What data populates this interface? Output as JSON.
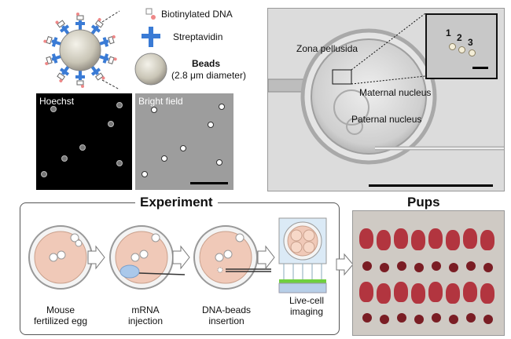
{
  "legend": {
    "dna_label": "Biotinylated DNA",
    "streptavidin_label": "Streptavidin",
    "beads_label": "Beads",
    "beads_size": "(2.8 μm diameter)"
  },
  "panels": {
    "hoechst": "Hoechst",
    "bright_field": "Bright field"
  },
  "micrograph": {
    "zona_label": "Zona pellusida",
    "maternal_label": "Maternal nucleus",
    "paternal_label": "Paternal nucleus",
    "inset_numbers": [
      "1",
      "2",
      "3"
    ]
  },
  "experiment": {
    "title": "Experiment",
    "steps": [
      {
        "line1": "Mouse",
        "line2": "fertilized egg"
      },
      {
        "line1": "mRNA",
        "line2": "injection"
      },
      {
        "line1": "DNA-beads",
        "line2": "insertion"
      },
      {
        "line1": "Live-cell",
        "line2": "imaging"
      }
    ]
  },
  "pups": {
    "title": "Pups"
  },
  "colors": {
    "streptavidin": "#3a7bd5",
    "cytoplasm": "#f0c9b8",
    "pup": "#b2353f",
    "green_slide": "#6fcf3f"
  }
}
